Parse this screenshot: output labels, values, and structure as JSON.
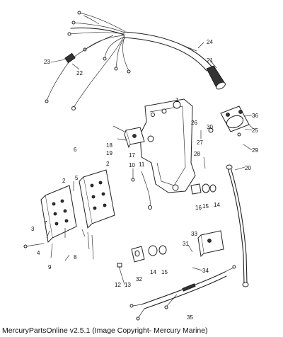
{
  "caption": "MercuryPartsOnline v2.5.1 (Image Copyright- Mercury Marine)",
  "callouts": {
    "c1": "1",
    "c2a": "2",
    "c2b": "2",
    "c3": "3",
    "c4": "4",
    "c5": "5",
    "c6": "6",
    "c7": "7",
    "c8": "8",
    "c9": "9",
    "c10": "10",
    "c11": "11",
    "c12": "12",
    "c13": "13",
    "c14a": "14",
    "c14b": "14",
    "c15a": "15",
    "c15b": "15",
    "c16": "16",
    "c17": "17",
    "c18": "18",
    "c19": "19",
    "c20": "20",
    "c21": "21",
    "c22": "22",
    "c23": "23",
    "c24": "24",
    "c25": "25",
    "c26": "26",
    "c27": "27",
    "c28": "28",
    "c29": "29",
    "c30": "30",
    "c31": "31",
    "c32": "32",
    "c33": "33",
    "c34": "34",
    "c35": "35",
    "c36": "36"
  }
}
